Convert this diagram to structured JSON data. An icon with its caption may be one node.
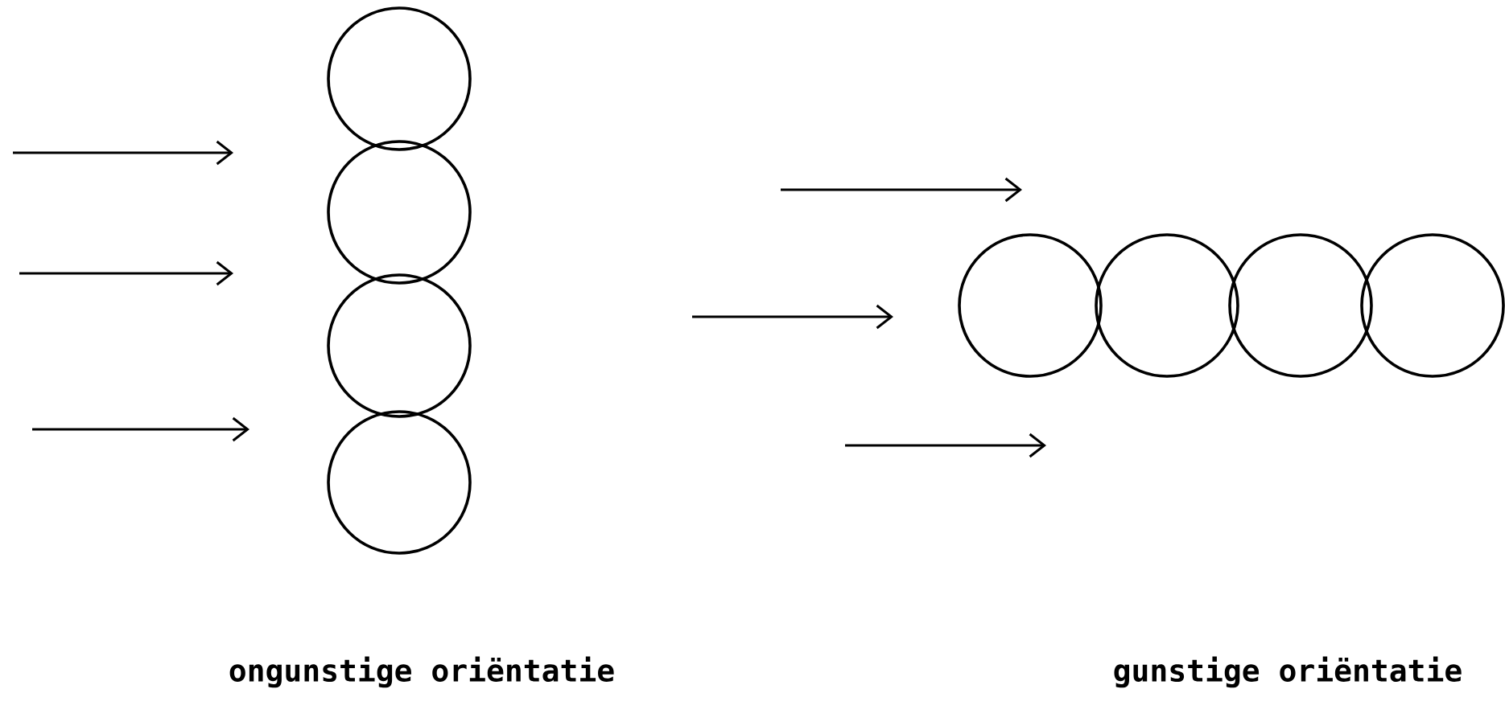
{
  "diagram": {
    "nodes": [
      {
        "text": [],
        "shape": "circle"
      },
      {
        "text": [],
        "shape": "circle"
      },
      {
        "text": [],
        "shape": "circle"
      },
      {
        "text": [],
        "shape": "circle"
      },
      {
        "text": [],
        "shape": "circle"
      },
      {
        "text": [],
        "shape": "circle"
      },
      {
        "text": [],
        "shape": "circle"
      },
      {
        "text": [],
        "shape": "circle"
      }
    ],
    "labels": [
      "ongunstige oriëntatie",
      "gunstige oriëntatie"
    ]
  }
}
